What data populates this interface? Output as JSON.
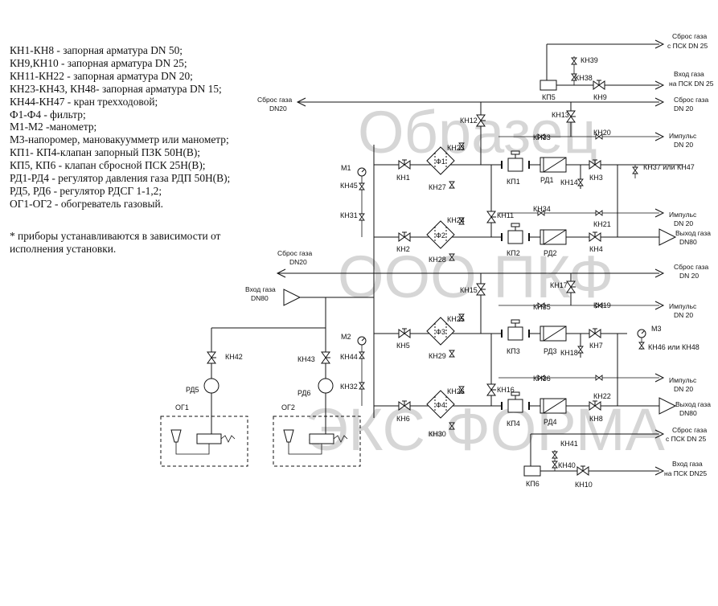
{
  "legend": [
    "КН1-КН8 - запорная арматура DN 50;",
    "КН9,КН10 - запорная арматура DN 25;",
    "КН11-КН22 - запорная арматура DN 20;",
    "КН23-КН43, КН48- запорная арматура DN 15;",
    "КН44-КН47 - кран трехходовой;",
    "Ф1-Ф4 - фильтр;",
    "М1-М2 -манометр;",
    "М3-напоромер, мановакуумметр или манометр;",
    "КП1- КП4-клапан запорный ПЗК 50Н(В);",
    "КП5, КП6 - клапан сбросной ПСК 25Н(В);",
    "РД1-РД4 - регулятор давления газа РДП 50Н(В);",
    "РД5, РД6 - регулятор РДСГ 1-1,2;",
    "ОГ1-ОГ2 - обогреватель газовый."
  ],
  "note": "* приборы устанавливаются в зависимости от исполнения установки.",
  "watermark": [
    "Образец",
    "ООО ПКФ",
    "ЭКС-ФОРМА"
  ],
  "ext": {
    "sbros_psk_top": [
      "Сброс газа",
      "с ПСК DN 25"
    ],
    "vhod_psk_top": [
      "Вход газа",
      "на ПСК DN 25"
    ],
    "sbros_dn20_r1": [
      "Сброс газа",
      "DN 20"
    ],
    "sbros_dn20_left_top": [
      "Сброс газа",
      "DN20"
    ],
    "impuls_1": [
      "Импульс",
      "DN 20"
    ],
    "impuls_2": [
      "Импульс",
      "DN 20"
    ],
    "vyhod_1": [
      "Выход газа",
      "DN80"
    ],
    "sbros_dn20_left_mid": [
      "Сброс газа",
      "DN20"
    ],
    "sbros_dn20_r2": [
      "Сброс газа",
      "DN 20"
    ],
    "vhod_dn80": [
      "Вход газа",
      "DN80"
    ],
    "impuls_3": [
      "Импульс",
      "DN 20"
    ],
    "impuls_4": [
      "Импульс",
      "DN 20"
    ],
    "vyhod_2": [
      "Выход газа",
      "DN80"
    ],
    "sbros_psk_bot": [
      "Сброс газа",
      "с ПСК DN 25"
    ],
    "vhod_psk_bot": [
      "Вход газа",
      "на ПСК DN25"
    ]
  },
  "labels": {
    "kn1": "КН1",
    "kn2": "КН2",
    "kn5": "КН5",
    "kn6": "КН6",
    "kn3": "КН3",
    "kn4": "КН4",
    "kn7": "КН7",
    "kn8": "КН8",
    "kn9": "КН9",
    "kn10": "КН10",
    "kn11": "КН11",
    "kn12": "КН12",
    "kn13": "КН13",
    "kn14": "КН14",
    "kn15": "КН15",
    "kn16": "КН16",
    "kn17": "КН17",
    "kn18": "КН18",
    "kn19": "КН19",
    "kn20": "КН20",
    "kn21": "КН21",
    "kn22": "КН22",
    "kn23": "КН23",
    "kn24": "КН24",
    "kn25": "КН25",
    "kn26": "КН26",
    "kn27": "КН27",
    "kn28": "КН28",
    "kn29": "КН29",
    "kn30": "КН30",
    "kn31": "КН31",
    "kn32": "КН32",
    "kn33": "КН33",
    "kn34": "КН34",
    "kn35": "КН35",
    "kn36": "КН36",
    "kn38": "КН38",
    "kn39": "КН39",
    "kn40": "КН40",
    "kn41": "КН41",
    "kn42": "КН42",
    "kn43": "КН43",
    "kn44": "КН44",
    "kn45": "КН45",
    "kn37_47": "КН37 или КН47",
    "kn46_48": "КН46 или КН48",
    "f1": "Ф1",
    "f2": "Ф2",
    "f3": "Ф3",
    "f4": "Ф4",
    "kp1": "КП1",
    "kp2": "КП2",
    "kp3": "КП3",
    "kp4": "КП4",
    "kp5": "КП5",
    "kp6": "КП6",
    "rd1": "РД1",
    "rd2": "РД2",
    "rd3": "РД3",
    "rd4": "РД4",
    "rd5": "РД5",
    "rd6": "РД6",
    "m1": "М1",
    "m2": "М2",
    "m3": "М3",
    "og1": "ОГ1",
    "og2": "ОГ2"
  }
}
